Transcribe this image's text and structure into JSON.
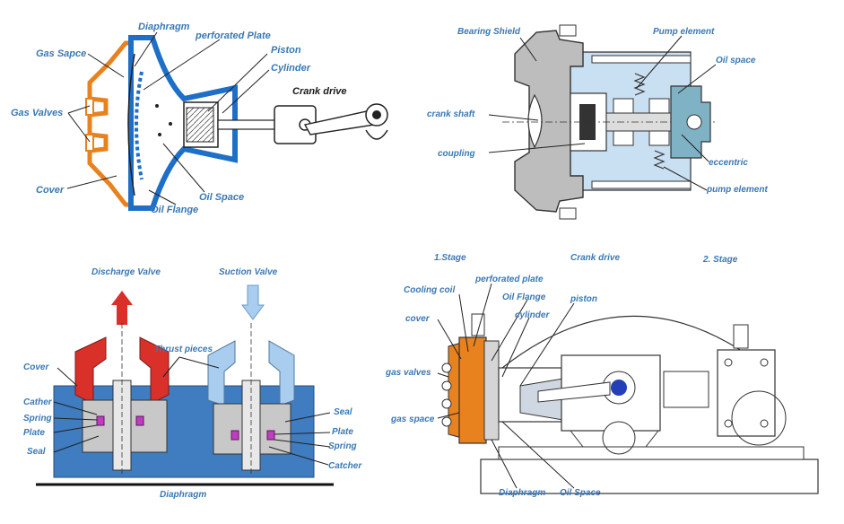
{
  "panels": {
    "top_left": {
      "labels": {
        "diaphragm": "Diaphragm",
        "perforated_plate": "perforated Plate",
        "gas_space": "Gas Sapce",
        "piston": "Piston",
        "cylinder": "Cylinder",
        "gas_valves": "Gas Valves",
        "crank_drive": "Crank drive",
        "cover": "Cover",
        "oil_space": "Oil Space",
        "oil_flange": "Oil Flange"
      }
    },
    "top_right": {
      "labels": {
        "bearing_shield": "Bearing Shield",
        "pump_element_top": "Pump element",
        "oil_space": "Oil space",
        "crank_shaft": "crank shaft",
        "coupling": "coupling",
        "eccentric": "eccentric",
        "pump_element_bottom": "pump element"
      }
    },
    "bottom_left": {
      "labels": {
        "discharge_valve": "Discharge Valve",
        "suction_valve": "Suction Valve",
        "thrust_pieces": "Thrust pieces",
        "cover": "Cover",
        "cather": "Cather",
        "spring_left": "Spring",
        "plate_left": "Plate",
        "seal_left": "Seal",
        "seal_right": "Seal",
        "plate_right": "Plate",
        "spring_right": "Spring",
        "catcher": "Catcher",
        "diaphragm": "Diaphragm"
      },
      "colors": {
        "discharge": "#d9302a",
        "suction": "#a9cdee",
        "body": "#3f7cc0"
      }
    },
    "bottom_right": {
      "labels": {
        "stage_1": "1.Stage",
        "crank_drive": "Crank drive",
        "stage_2": "2. Stage",
        "perforated_plate": "perforated plate",
        "cooling_coil": "Cooling  coil",
        "oil_flange": "Oil Flange",
        "piston": "piston",
        "cover": "cover",
        "cylinder": "cylinder",
        "gas_valves": "gas valves",
        "gas_space": "gas space",
        "diaphragm": "Diaphragm",
        "oil_space": "Oil Space"
      }
    }
  },
  "colors": {
    "label": "#3a78b4",
    "orange": "#e8821e",
    "blue": "#1e6fc8",
    "lightblue": "#c9dff2"
  }
}
